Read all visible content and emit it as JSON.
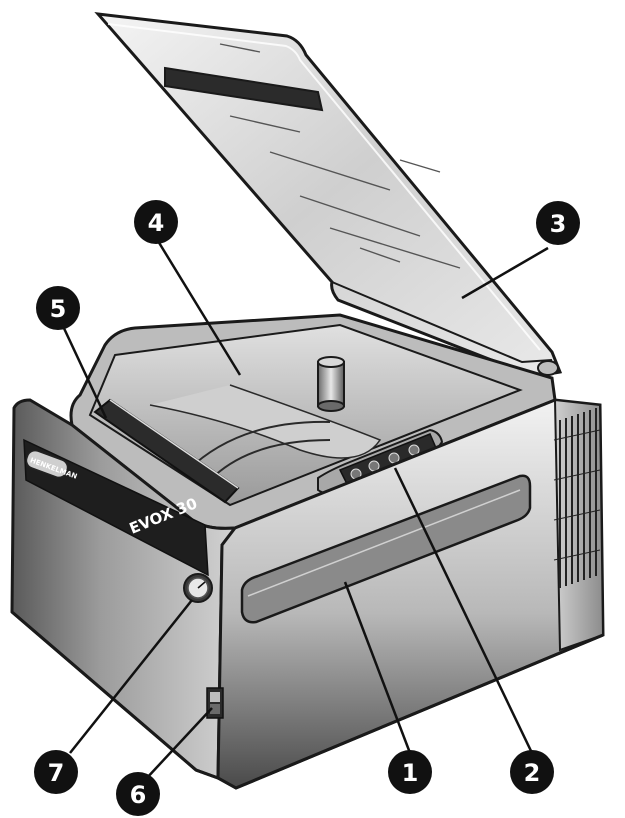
{
  "diagram": {
    "branding": {
      "model_label": "EVOX 30",
      "maker_logo": "HENKELMAN"
    },
    "callouts": [
      {
        "id": "1",
        "label": "1"
      },
      {
        "id": "2",
        "label": "2"
      },
      {
        "id": "3",
        "label": "3"
      },
      {
        "id": "4",
        "label": "4"
      },
      {
        "id": "5",
        "label": "5"
      },
      {
        "id": "6",
        "label": "6"
      },
      {
        "id": "7",
        "label": "7"
      }
    ],
    "colors": {
      "callout_fill": "#111111",
      "callout_text": "#ffffff",
      "leader_line": "#111111",
      "body_dark": "#3a3a3a",
      "body_mid": "#9a9a9a",
      "body_light": "#e6e6e6",
      "lid_fill": "#d9d9d9",
      "outline": "#1a1a1a"
    },
    "icons": [
      "vacuum-machine-drawing",
      "pressure-gauge-icon",
      "power-switch-icon",
      "control-panel-icon"
    ]
  }
}
